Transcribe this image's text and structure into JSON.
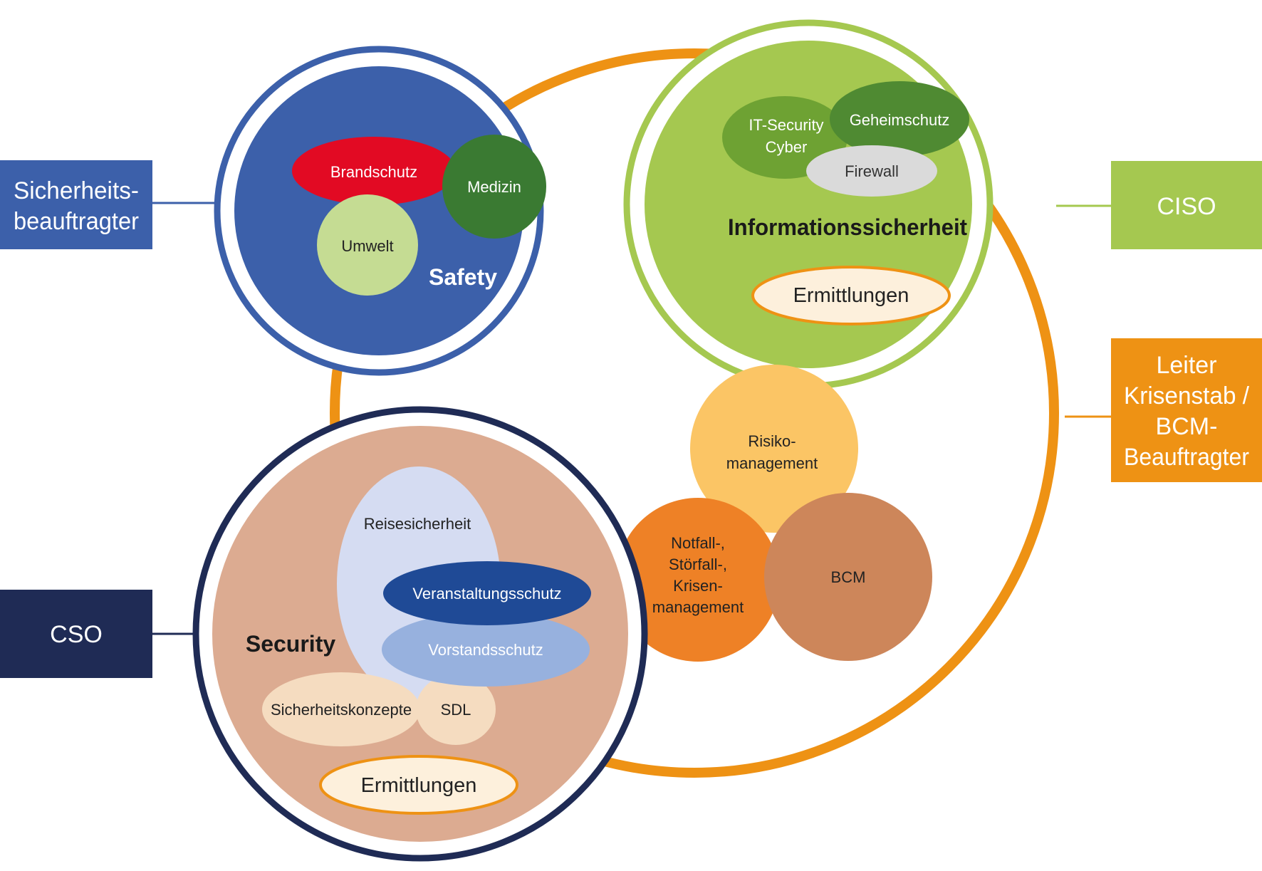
{
  "colors": {
    "orange_ring": "#ee9214",
    "safety_blue": "#3c60aa",
    "infosec_green": "#a5c850",
    "security_navy": "#1f2b55",
    "security_fill": "#dcab91",
    "brandschutz_red": "#e20a23",
    "medizin_green": "#3a7a32",
    "umwelt_green": "#c5dc93",
    "risiko_yellow": "#fbc565",
    "notfall_orange": "#ee8126",
    "bcm_brown": "#cd865a",
    "leiter_orange": "#ee9214"
  },
  "roles": {
    "sicherheitsbeauftragter": [
      "Sicherheits-",
      "beauftragter"
    ],
    "ciso": "CISO",
    "leiter": [
      "Leiter",
      "Krisenstab /",
      "BCM-",
      "Beauftragter"
    ],
    "cso": "CSO"
  },
  "safety": {
    "title": "Safety",
    "brandschutz": "Brandschutz",
    "medizin": "Medizin",
    "umwelt": "Umwelt"
  },
  "infosec": {
    "title": "Informationssicherheit",
    "it_security": [
      "IT-Security",
      "Cyber"
    ],
    "geheimschutz": "Geheimschutz",
    "firewall": "Firewall",
    "ermittlungen": "Ermittlungen"
  },
  "risk": {
    "risikomanagement": [
      "Risiko-",
      "management"
    ],
    "notfall": [
      "Notfall-,",
      "Störfall-,",
      "Krisen-",
      "management"
    ],
    "bcm": "BCM"
  },
  "security": {
    "title": "Security",
    "reisesicherheit": "Reisesicherheit",
    "veranstaltungsschutz": "Veranstaltungsschutz",
    "vorstandsschutz": "Vorstandsschutz",
    "sicherheitskonzepte": "Sicherheitskonzepte",
    "sdl": "SDL",
    "ermittlungen": "Ermittlungen"
  }
}
